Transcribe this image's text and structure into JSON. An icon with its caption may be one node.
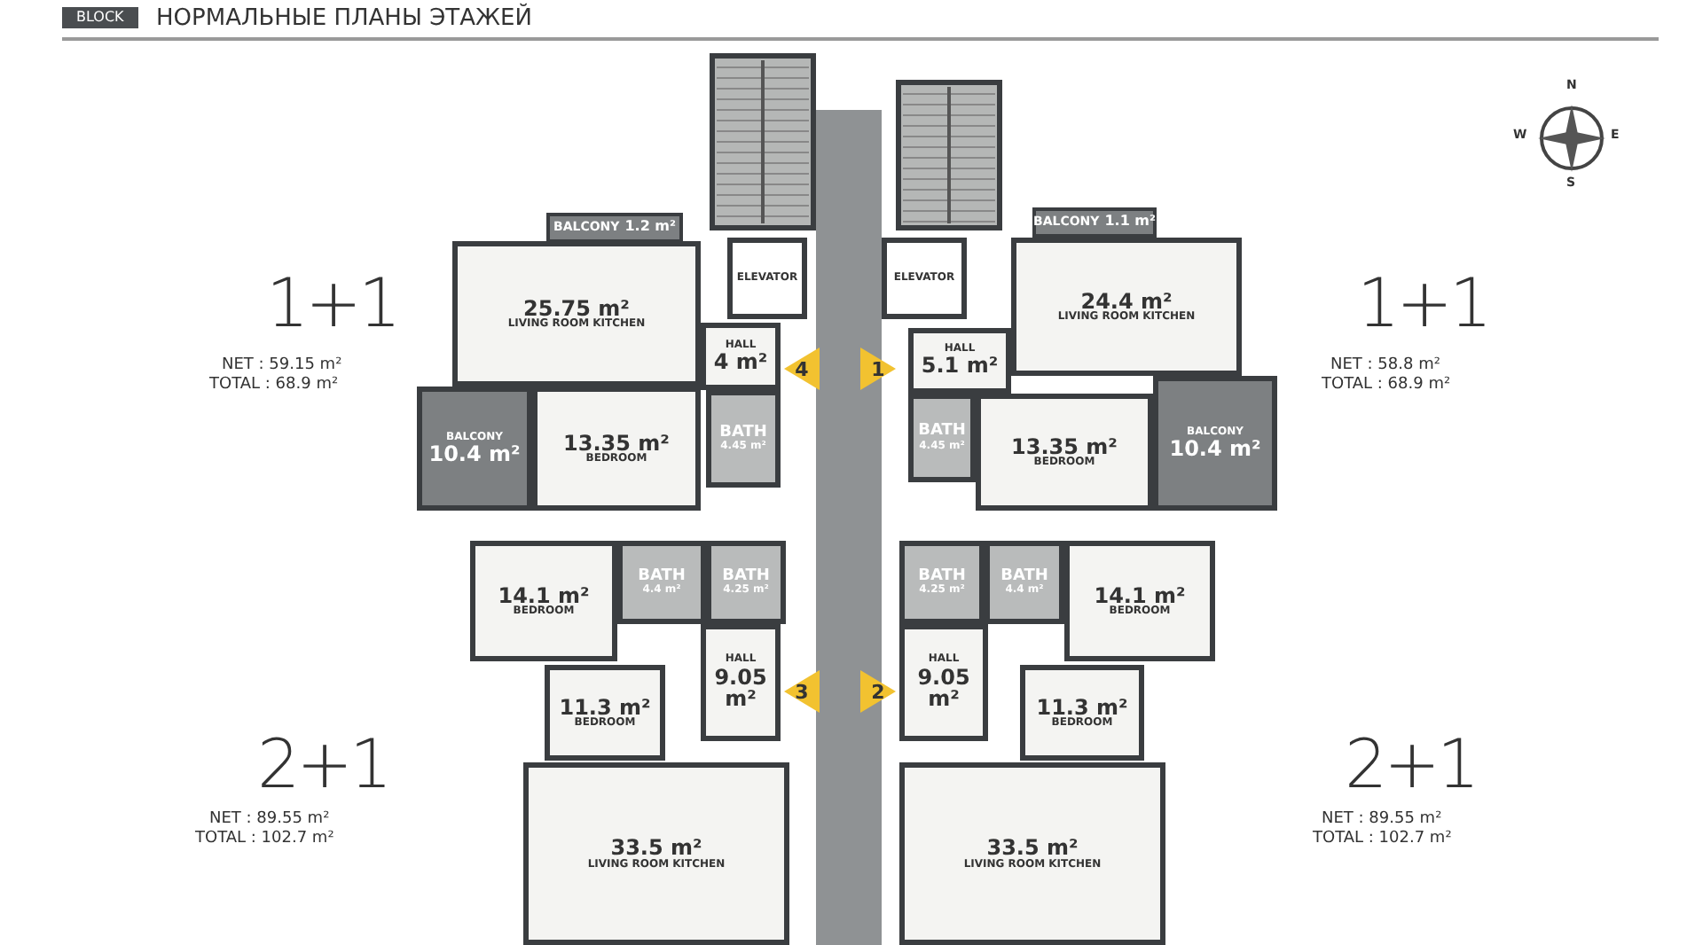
{
  "diagram": {
    "title": "НОРМАЛЬНЫЕ ПЛАНЫ ЭТАЖЕЙ",
    "nodes": [
      {
        "text": [
          "ELEVATOR"
        ]
      },
      {
        "text": [
          "ELEVATOR"
        ]
      },
      {
        "text": [
          "BALCONY",
          "1.2 m²"
        ]
      },
      {
        "text": [
          "25.75 m²",
          "LIVING ROOM KITCHEN"
        ]
      },
      {
        "text": [
          "HALL",
          "4 m²"
        ]
      },
      {
        "text": [
          "BALCONY",
          "10.4 m²"
        ]
      },
      {
        "text": [
          "13.35 m²",
          "BEDROOM"
        ]
      },
      {
        "text": [
          "BATH",
          "4.45 m²"
        ]
      },
      {
        "text": [
          "4"
        ]
      },
      {
        "text": [
          "1"
        ]
      },
      {
        "text": [
          "BALCONY",
          "1.1 m²"
        ]
      },
      {
        "text": [
          "24.4 m²",
          "LIVING ROOM KITCHEN"
        ]
      },
      {
        "text": [
          "HALL",
          "5.1 m²"
        ]
      },
      {
        "text": [
          "BATH",
          "4.45 m²"
        ]
      },
      {
        "text": [
          "13.35 m²",
          "BEDROOM"
        ]
      },
      {
        "text": [
          "BALCONY",
          "10.4 m²"
        ]
      },
      {
        "text": [
          "14.1 m²",
          "BEDROOM"
        ]
      },
      {
        "text": [
          "BATH",
          "4.4 m²"
        ]
      },
      {
        "text": [
          "BATH",
          "4.25 m²"
        ]
      },
      {
        "text": [
          "HALL",
          "9.05 m²"
        ]
      },
      {
        "text": [
          "11.3 m²",
          "BEDROOM"
        ]
      },
      {
        "text": [
          "3"
        ]
      },
      {
        "text": [
          "2"
        ]
      },
      {
        "text": [
          "33.5 m²",
          "LIVING ROOM KITCHEN"
        ]
      },
      {
        "text": [
          "BATH",
          "4.25 m²"
        ]
      },
      {
        "text": [
          "BATH",
          "4.4 m²"
        ]
      },
      {
        "text": [
          "14.1 m²",
          "BEDROOM"
        ]
      },
      {
        "text": [
          "HALL",
          "9.05 m²"
        ]
      },
      {
        "text": [
          "11.3 m²",
          "BEDROOM"
        ]
      },
      {
        "text": [
          "33.5 m²",
          "LIVING ROOM KITCHEN"
        ]
      }
    ],
    "labels": [
      "BLOCK",
      "N",
      "W",
      "E",
      "S",
      "1+1",
      "NET : 59.15 m²",
      "TOTAL : 68.9 m²",
      "1+1",
      "NET : 58.8 m²",
      "TOTAL : 68.9 m²",
      "2+1",
      "NET : 89.55 m²",
      "TOTAL : 102.7 m²",
      "2+1",
      "NET : 89.55 m²",
      "TOTAL : 102.7 m²"
    ]
  }
}
